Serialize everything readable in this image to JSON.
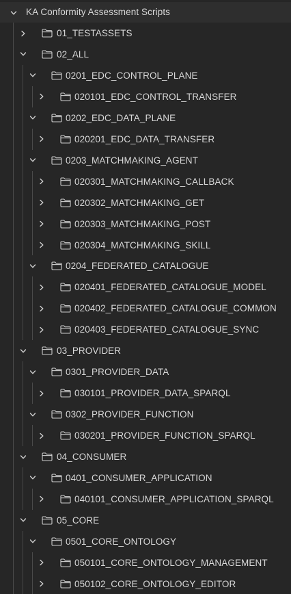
{
  "tree": {
    "root": {
      "label": "KA Conformity Assessment Scripts",
      "expanded": true
    },
    "items": [
      {
        "label": "01_TESTASSETS",
        "level": 1,
        "expanded": false,
        "icon": "folder-icon"
      },
      {
        "label": "02_ALL",
        "level": 1,
        "expanded": true,
        "icon": "folder-icon"
      },
      {
        "label": "0201_EDC_CONTROL_PLANE",
        "level": 2,
        "expanded": true,
        "icon": "folder-icon"
      },
      {
        "label": "020101_EDC_CONTROL_TRANSFER",
        "level": 3,
        "expanded": false,
        "icon": "folder-icon"
      },
      {
        "label": "0202_EDC_DATA_PLANE",
        "level": 2,
        "expanded": true,
        "icon": "folder-icon"
      },
      {
        "label": "020201_EDC_DATA_TRANSFER",
        "level": 3,
        "expanded": false,
        "icon": "folder-icon"
      },
      {
        "label": "0203_MATCHMAKING_AGENT",
        "level": 2,
        "expanded": true,
        "icon": "folder-icon"
      },
      {
        "label": "020301_MATCHMAKING_CALLBACK",
        "level": 3,
        "expanded": false,
        "icon": "folder-icon"
      },
      {
        "label": "020302_MATCHMAKING_GET",
        "level": 3,
        "expanded": false,
        "icon": "folder-icon"
      },
      {
        "label": "020303_MATCHMAKING_POST",
        "level": 3,
        "expanded": false,
        "icon": "folder-icon"
      },
      {
        "label": "020304_MATCHMAKING_SKILL",
        "level": 3,
        "expanded": false,
        "icon": "folder-icon"
      },
      {
        "label": "0204_FEDERATED_CATALOGUE",
        "level": 2,
        "expanded": true,
        "icon": "folder-icon"
      },
      {
        "label": "020401_FEDERATED_CATALOGUE_MODEL",
        "level": 3,
        "expanded": false,
        "icon": "folder-icon"
      },
      {
        "label": "020402_FEDERATED_CATALOGUE_COMMON",
        "level": 3,
        "expanded": false,
        "icon": "folder-icon"
      },
      {
        "label": "020403_FEDERATED_CATALOGUE_SYNC",
        "level": 3,
        "expanded": false,
        "icon": "folder-icon"
      },
      {
        "label": "03_PROVIDER",
        "level": 1,
        "expanded": true,
        "icon": "folder-icon"
      },
      {
        "label": "0301_PROVIDER_DATA",
        "level": 2,
        "expanded": true,
        "icon": "folder-icon"
      },
      {
        "label": "030101_PROVIDER_DATA_SPARQL",
        "level": 3,
        "expanded": false,
        "icon": "folder-icon"
      },
      {
        "label": "0302_PROVIDER_FUNCTION",
        "level": 2,
        "expanded": true,
        "icon": "folder-icon"
      },
      {
        "label": "030201_PROVIDER_FUNCTION_SPARQL",
        "level": 3,
        "expanded": false,
        "icon": "folder-icon"
      },
      {
        "label": "04_CONSUMER",
        "level": 1,
        "expanded": true,
        "icon": "folder-icon"
      },
      {
        "label": "0401_CONSUMER_APPLICATION",
        "level": 2,
        "expanded": true,
        "icon": "folder-icon"
      },
      {
        "label": "040101_CONSUMER_APPLICATION_SPARQL",
        "level": 3,
        "expanded": false,
        "icon": "folder-icon"
      },
      {
        "label": "05_CORE",
        "level": 1,
        "expanded": true,
        "icon": "folder-icon"
      },
      {
        "label": "0501_CORE_ONTOLOGY",
        "level": 2,
        "expanded": true,
        "icon": "folder-icon"
      },
      {
        "label": "050101_CORE_ONTOLOGY_MANAGEMENT",
        "level": 3,
        "expanded": false,
        "icon": "folder-icon"
      },
      {
        "label": "050102_CORE_ONTOLOGY_EDITOR",
        "level": 3,
        "expanded": false,
        "icon": "folder-icon"
      }
    ]
  },
  "colors": {
    "background": "#262626",
    "header_background": "#2e2e2e",
    "text": "#d8d8d8",
    "icon": "#cfcfcf",
    "guide_line": "#4a4a4a"
  }
}
